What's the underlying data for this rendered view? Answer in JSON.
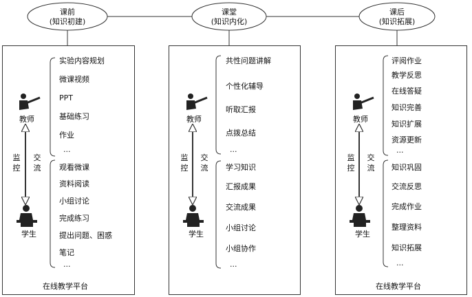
{
  "phases": [
    {
      "title": "课前",
      "subtitle": "(知识初建)"
    },
    {
      "title": "课堂",
      "subtitle": "(知识内化)"
    },
    {
      "title": "课后",
      "subtitle": "(知识拓展)"
    }
  ],
  "roles": {
    "teacher": "教师",
    "student": "学生"
  },
  "side_labels": {
    "monitor": [
      "监",
      "控"
    ],
    "exchange": [
      "交",
      "流"
    ]
  },
  "columns": [
    {
      "teacher_items": [
        "实验内容规划",
        "微课视频",
        "PPT",
        "基础练习",
        "作业",
        "..."
      ],
      "student_items": [
        "观看微课",
        "资料阅读",
        "小组讨论",
        "完成练习",
        "提出问题、困惑",
        "笔记",
        "..."
      ],
      "platform": "在线教学平台"
    },
    {
      "teacher_items": [
        "共性问题讲解",
        "个性化辅导",
        "听取汇报",
        "点拨总结",
        "..."
      ],
      "student_items": [
        "学习知识",
        "汇报成果",
        "交流成果",
        "小组讨论",
        "小组协作",
        "..."
      ],
      "platform": ""
    },
    {
      "teacher_items": [
        "评阅作业",
        "教学反思",
        "在线答疑",
        "知识完善",
        "知识扩展",
        "资源更新",
        "..."
      ],
      "student_items": [
        "知识巩固",
        "交流反思",
        "完成作业",
        "整理资料",
        "知识拓展",
        "..."
      ],
      "platform": "在线教学平台"
    }
  ]
}
